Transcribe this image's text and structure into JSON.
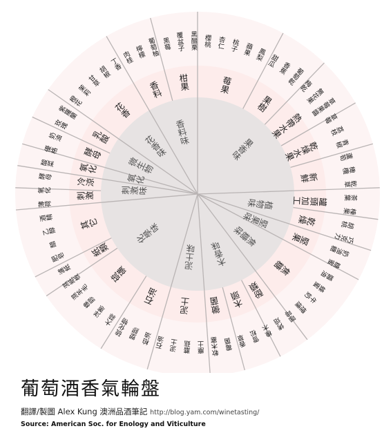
{
  "title": "葡萄酒香氣輪盤",
  "credit": {
    "label": "翻譯/製圖",
    "author": "Alex Kung 澳洲品酒筆記",
    "url": "http://blog.yam.com/winetasting/"
  },
  "source": "Source: American Soc. for Enology and Viticulture",
  "wheel": {
    "categories": [
      {
        "name": "果香味",
        "start": 0,
        "end": 88
      },
      {
        "name": "植物味",
        "start": 88,
        "end": 108
      },
      {
        "name": "堅果味",
        "start": 108,
        "end": 118
      },
      {
        "name": "焦糖味",
        "start": 118,
        "end": 143
      },
      {
        "name": "木香味",
        "start": 143,
        "end": 176
      },
      {
        "name": "泥土味",
        "start": 176,
        "end": 196
      },
      {
        "name": "化學味",
        "start": 196,
        "end": 265
      },
      {
        "name": "刺激味",
        "start": 265,
        "end": 279
      },
      {
        "name": "氧化",
        "start": 279,
        "end": 286
      },
      {
        "name": "微生物",
        "start": 286,
        "end": 305
      },
      {
        "name": "花香味",
        "start": 305,
        "end": 330
      },
      {
        "name": "香料味",
        "start": 330,
        "end": 360
      }
    ],
    "subcategories": [
      {
        "name": "莓果",
        "start": 0,
        "end": 28
      },
      {
        "name": "果樹",
        "start": 28,
        "end": 44
      },
      {
        "name": "熱帶水果",
        "start": 44,
        "end": 60
      },
      {
        "name": "乾燥水果",
        "start": 60,
        "end": 74
      },
      {
        "name": "新鮮",
        "start": 74,
        "end": 88
      },
      {
        "name": "罐頭加工",
        "start": 88,
        "end": 98
      },
      {
        "name": "乾燥",
        "start": 98,
        "end": 108
      },
      {
        "name": "堅果",
        "start": 108,
        "end": 118
      },
      {
        "name": "焦糖",
        "start": 118,
        "end": 143
      },
      {
        "name": "酚類",
        "start": 143,
        "end": 153
      },
      {
        "name": "木頭",
        "start": 153,
        "end": 165
      },
      {
        "name": "黴菌",
        "start": 165,
        "end": 176
      },
      {
        "name": "泥土",
        "start": 176,
        "end": 196
      },
      {
        "name": "石油",
        "start": 196,
        "end": 212
      },
      {
        "name": "硫磺",
        "start": 212,
        "end": 236
      },
      {
        "name": "紙類",
        "start": 236,
        "end": 243
      },
      {
        "name": "其它",
        "start": 243,
        "end": 265
      },
      {
        "name": "刺激",
        "start": 265,
        "end": 272
      },
      {
        "name": "冷涼",
        "start": 272,
        "end": 279
      },
      {
        "name": "氧化",
        "start": 279,
        "end": 286
      },
      {
        "name": "酵母",
        "start": 286,
        "end": 295
      },
      {
        "name": "乳酸",
        "start": 295,
        "end": 305
      },
      {
        "name": "花香",
        "start": 305,
        "end": 330
      },
      {
        "name": "香料",
        "start": 330,
        "end": 345
      },
      {
        "name": "柑果",
        "start": 345,
        "end": 360
      }
    ],
    "descriptors": [
      "櫻桃",
      "杏仁",
      "桃子",
      "蘋果",
      "鳳梨",
      "甜瓜",
      "香蕉",
      "葡萄乾",
      "梅乾",
      "無花果",
      "草莓果醬",
      "草莓",
      "荔枝",
      "青椒",
      "蘆筍",
      "橄欖",
      "乾草",
      "茶葉",
      "榛果",
      "胡桃",
      "巧克力",
      "奶油糖",
      "糖蜜",
      "醬油",
      "蜂蜜",
      "牛奶",
      "煙燻",
      "咖啡",
      "烤焙",
      "橡木",
      "雪松",
      "香草",
      "霉菌",
      "軟木塞",
      "塵土",
      "蘑菇",
      "泥土",
      "石油",
      "柏油",
      "塑膠",
      "硫化物",
      "大蒜",
      "洋蔥",
      "橡膠",
      "濕羊毛",
      "濕紙板",
      "濾紙",
      "肥皂",
      "醋",
      "乙醇",
      "酒精",
      "薄荷",
      "氧化",
      "酵母",
      "酸菜",
      "優格",
      "奶油",
      "玫瑰",
      "紫羅蘭",
      "橙花",
      "茉莉",
      "甘草",
      "胡椒",
      "丁香",
      "肉桂",
      "檸檬",
      "葡萄柚",
      "黑莓",
      "覆盆子",
      "黑醋栗"
    ]
  }
}
